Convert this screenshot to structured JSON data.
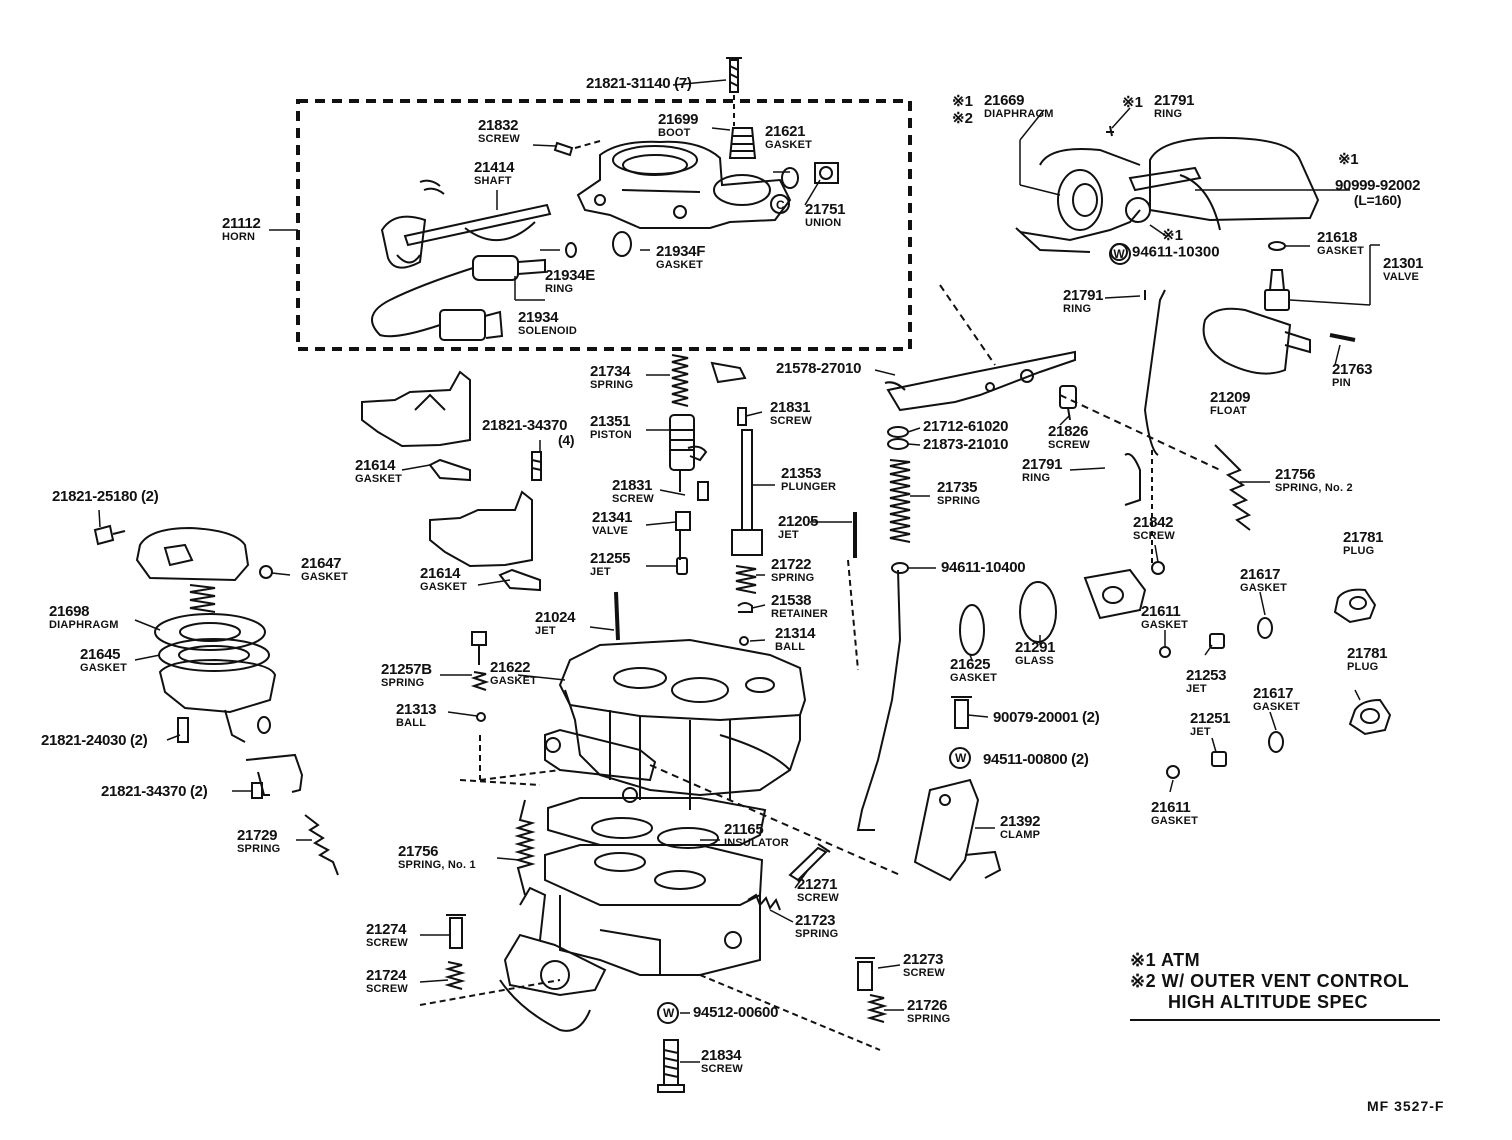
{
  "parts": [
    {
      "id": "p1",
      "num": "21821-31140 (7)",
      "desc": ""
    },
    {
      "id": "p2",
      "num": "21832",
      "desc": "SCREW"
    },
    {
      "id": "p3",
      "num": "21699",
      "desc": "BOOT"
    },
    {
      "id": "p4",
      "num": "21621",
      "desc": "GASKET"
    },
    {
      "id": "p5",
      "num": "21414",
      "desc": "SHAFT"
    },
    {
      "id": "p6",
      "num": "21751",
      "desc": "UNION"
    },
    {
      "id": "p7",
      "num": "21112",
      "desc": "HORN"
    },
    {
      "id": "p8",
      "num": "21934F",
      "desc": "GASKET"
    },
    {
      "id": "p9",
      "num": "21934E",
      "desc": "RING"
    },
    {
      "id": "p10",
      "num": "21934",
      "desc": "SOLENOID"
    },
    {
      "id": "p11",
      "num": "21669",
      "desc": "DIAPHRAGM",
      "marks": "※1\n※2"
    },
    {
      "id": "p12",
      "num": "21791",
      "desc": "RING",
      "marks": "※1"
    },
    {
      "id": "p13",
      "num": "※1",
      "desc": ""
    },
    {
      "id": "p14",
      "num": "90999-92002",
      "desc": "(L=160)"
    },
    {
      "id": "p15",
      "num": "94611-10300",
      "desc": "",
      "marks": "※1",
      "badge": "W"
    },
    {
      "id": "p16",
      "num": "21618",
      "desc": "GASKET"
    },
    {
      "id": "p17",
      "num": "21301",
      "desc": "VALVE"
    },
    {
      "id": "p18",
      "num": "21791",
      "desc": "RING"
    },
    {
      "id": "p19",
      "num": "21734",
      "desc": "SPRING"
    },
    {
      "id": "p20",
      "num": "21578-27010",
      "desc": ""
    },
    {
      "id": "p21",
      "num": "21763",
      "desc": "PIN"
    },
    {
      "id": "p22",
      "num": "21209",
      "desc": "FLOAT"
    },
    {
      "id": "p23",
      "num": "21821-34370",
      "desc": "(4)"
    },
    {
      "id": "p24",
      "num": "21351",
      "desc": "PISTON"
    },
    {
      "id": "p25",
      "num": "21831",
      "desc": "SCREW"
    },
    {
      "id": "p26",
      "num": "21712-61020",
      "desc": ""
    },
    {
      "id": "p27",
      "num": "21873-21010",
      "desc": ""
    },
    {
      "id": "p28",
      "num": "21826",
      "desc": "SCREW"
    },
    {
      "id": "p29",
      "num": "21614",
      "desc": "GASKET"
    },
    {
      "id": "p30",
      "num": "21353",
      "desc": "PLUNGER"
    },
    {
      "id": "p31",
      "num": "21791",
      "desc": "RING"
    },
    {
      "id": "p32",
      "num": "21756",
      "desc": "SPRING, No. 2"
    },
    {
      "id": "p33",
      "num": "21821-25180 (2)",
      "desc": ""
    },
    {
      "id": "p34",
      "num": "21831",
      "desc": "SCREW"
    },
    {
      "id": "p35",
      "num": "21735",
      "desc": "SPRING"
    },
    {
      "id": "p36",
      "num": "21341",
      "desc": "VALVE"
    },
    {
      "id": "p37",
      "num": "21205",
      "desc": "JET"
    },
    {
      "id": "p38",
      "num": "21842",
      "desc": "SCREW"
    },
    {
      "id": "p39",
      "num": "21781",
      "desc": "PLUG"
    },
    {
      "id": "p40",
      "num": "21255",
      "desc": "JET"
    },
    {
      "id": "p41",
      "num": "21647",
      "desc": "GASKET"
    },
    {
      "id": "p42",
      "num": "21722",
      "desc": "SPRING"
    },
    {
      "id": "p43",
      "num": "94611-10400",
      "desc": ""
    },
    {
      "id": "p44",
      "num": "21614",
      "desc": "GASKET"
    },
    {
      "id": "p45",
      "num": "21617",
      "desc": "GASKET"
    },
    {
      "id": "p46",
      "num": "21538",
      "desc": "RETAINER"
    },
    {
      "id": "p47",
      "num": "21698",
      "desc": "DIAPHRAGM"
    },
    {
      "id": "p48",
      "num": "21024",
      "desc": "JET"
    },
    {
      "id": "p49",
      "num": "21611",
      "desc": "GASKET"
    },
    {
      "id": "p50",
      "num": "21314",
      "desc": "BALL"
    },
    {
      "id": "p51",
      "num": "21291",
      "desc": "GLASS"
    },
    {
      "id": "p52",
      "num": "21645",
      "desc": "GASKET"
    },
    {
      "id": "p53",
      "num": "21625",
      "desc": "GASKET"
    },
    {
      "id": "p54",
      "num": "21253",
      "desc": "JET"
    },
    {
      "id": "p55",
      "num": "21781",
      "desc": "PLUG"
    },
    {
      "id": "p56",
      "num": "21257B",
      "desc": "SPRING"
    },
    {
      "id": "p57",
      "num": "21622",
      "desc": "GASKET"
    },
    {
      "id": "p58",
      "num": "21617",
      "desc": "GASKET"
    },
    {
      "id": "p59",
      "num": "21313",
      "desc": "BALL"
    },
    {
      "id": "p60",
      "num": "90079-20001 (2)",
      "desc": ""
    },
    {
      "id": "p61",
      "num": "21251",
      "desc": "JET"
    },
    {
      "id": "p62",
      "num": "21821-24030 (2)",
      "desc": ""
    },
    {
      "id": "p63",
      "num": "94511-00800 (2)",
      "desc": "",
      "badge": "W"
    },
    {
      "id": "p64",
      "num": "21821-34370 (2)",
      "desc": ""
    },
    {
      "id": "p65",
      "num": "21611",
      "desc": "GASKET"
    },
    {
      "id": "p66",
      "num": "21392",
      "desc": "CLAMP"
    },
    {
      "id": "p67",
      "num": "21729",
      "desc": "SPRING"
    },
    {
      "id": "p68",
      "num": "21165",
      "desc": "INSULATOR"
    },
    {
      "id": "p69",
      "num": "21756",
      "desc": "SPRING, No. 1"
    },
    {
      "id": "p70",
      "num": "21271",
      "desc": "SCREW"
    },
    {
      "id": "p71",
      "num": "21274",
      "desc": "SCREW"
    },
    {
      "id": "p72",
      "num": "21723",
      "desc": "SPRING"
    },
    {
      "id": "p73",
      "num": "21724",
      "desc": "SCREW"
    },
    {
      "id": "p74",
      "num": "21273",
      "desc": "SCREW"
    },
    {
      "id": "p75",
      "num": "21726",
      "desc": "SPRING"
    },
    {
      "id": "p76",
      "num": "94512-00600",
      "desc": "",
      "badge": "W"
    },
    {
      "id": "p77",
      "num": "21834",
      "desc": "SCREW"
    }
  ],
  "legend": {
    "line1_mark": "※1",
    "line1_text": "ATM",
    "line2_mark": "※2",
    "line2_text": "W/ OUTER  VENT  CONTROL",
    "line3_text": "HIGH  ALTITUDE  SPEC"
  },
  "reference": "MF  3527-F"
}
